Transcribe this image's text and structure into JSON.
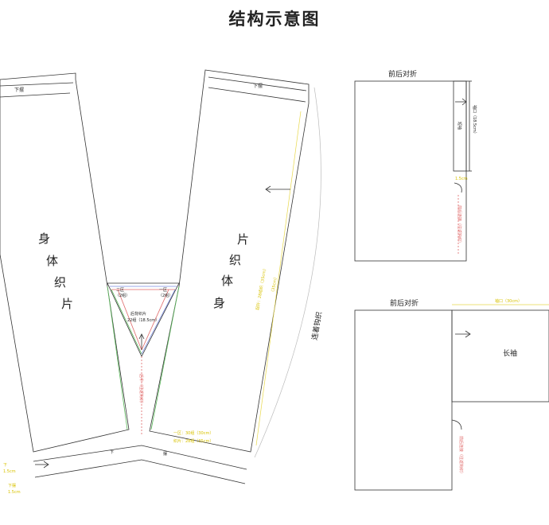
{
  "title": "结构示意图",
  "left_diagram": {
    "hem_label": "下摆",
    "body_piece_label": [
      "身",
      "体",
      "织",
      "片"
    ],
    "back_piece_label": "后背织片",
    "back_piece_stitches": "22组（18.5cm）",
    "zone_2": "二区",
    "zone_2_count": "（2组）",
    "zone_1": "一区",
    "zone_1_count": "（2组）",
    "center_note": "后中（往返钩织）",
    "right_piece_dim": "起针：28组织（35cm）",
    "right_piece_dim_sub": "（35cm）",
    "bottom_dim_1": "一区：30组（30cm）",
    "bottom_dim_2": "织片：28组（35cm）",
    "bottom_hem_1": "下",
    "bottom_hem_2": "摆",
    "left_note_1": "下",
    "left_note_2": "1.5cm",
    "left_note_3": "下摆",
    "left_note_4": "1.5cm",
    "join_note": "连着钩织"
  },
  "right_top": {
    "label": "前后对折",
    "cuff_label": "短袖",
    "height_dim": "袖口（18.5cm）",
    "small_dim": "1.5cm",
    "side_note": "前后连接（往返钩织）"
  },
  "right_bottom": {
    "label": "前后对折",
    "sleeve_label": "长袖",
    "top_dim": "袖口（30cm）",
    "side_note": "前后连接（往返钩织）"
  }
}
